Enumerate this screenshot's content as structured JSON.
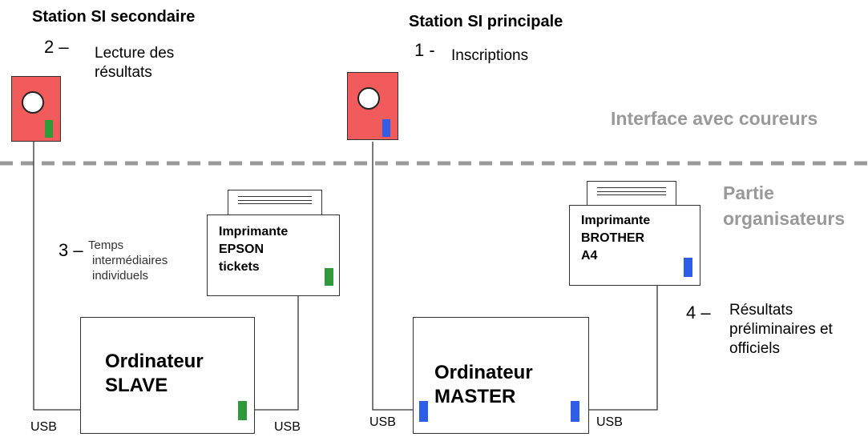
{
  "stations": {
    "secondary": {
      "title": "Station SI secondaire",
      "step_number": "2 –",
      "step_lines": [
        "Lecture des",
        "résultats"
      ]
    },
    "primary": {
      "title": "Station SI principale",
      "step_number": "1 -",
      "step_label": "Inscriptions"
    }
  },
  "zones": {
    "runners": "Interface avec coureurs",
    "organizers": [
      "Partie",
      "organisateurs"
    ]
  },
  "printers": {
    "epson": {
      "lines": [
        "Imprimante",
        "EPSON",
        "tickets"
      ]
    },
    "brother": {
      "lines": [
        "Imprimante",
        "BROTHER",
        "A4"
      ]
    }
  },
  "computers": {
    "slave": {
      "lines": [
        "Ordinateur",
        "SLAVE"
      ]
    },
    "master": {
      "lines": [
        "Ordinateur",
        "MASTER"
      ]
    }
  },
  "steps": {
    "three": {
      "number": "3 –",
      "lines": [
        "Temps",
        "intermédiaires",
        "individuels"
      ]
    },
    "four": {
      "number": "4 –",
      "lines": [
        "Résultats",
        "préliminaires et",
        "officiels"
      ]
    }
  },
  "usb_label": "USB",
  "colors": {
    "station_red": "#f15b5b",
    "led_green": "#2e9a3a",
    "led_blue": "#2e5ee8",
    "zone_text": "#999999",
    "divider": "#999999"
  }
}
